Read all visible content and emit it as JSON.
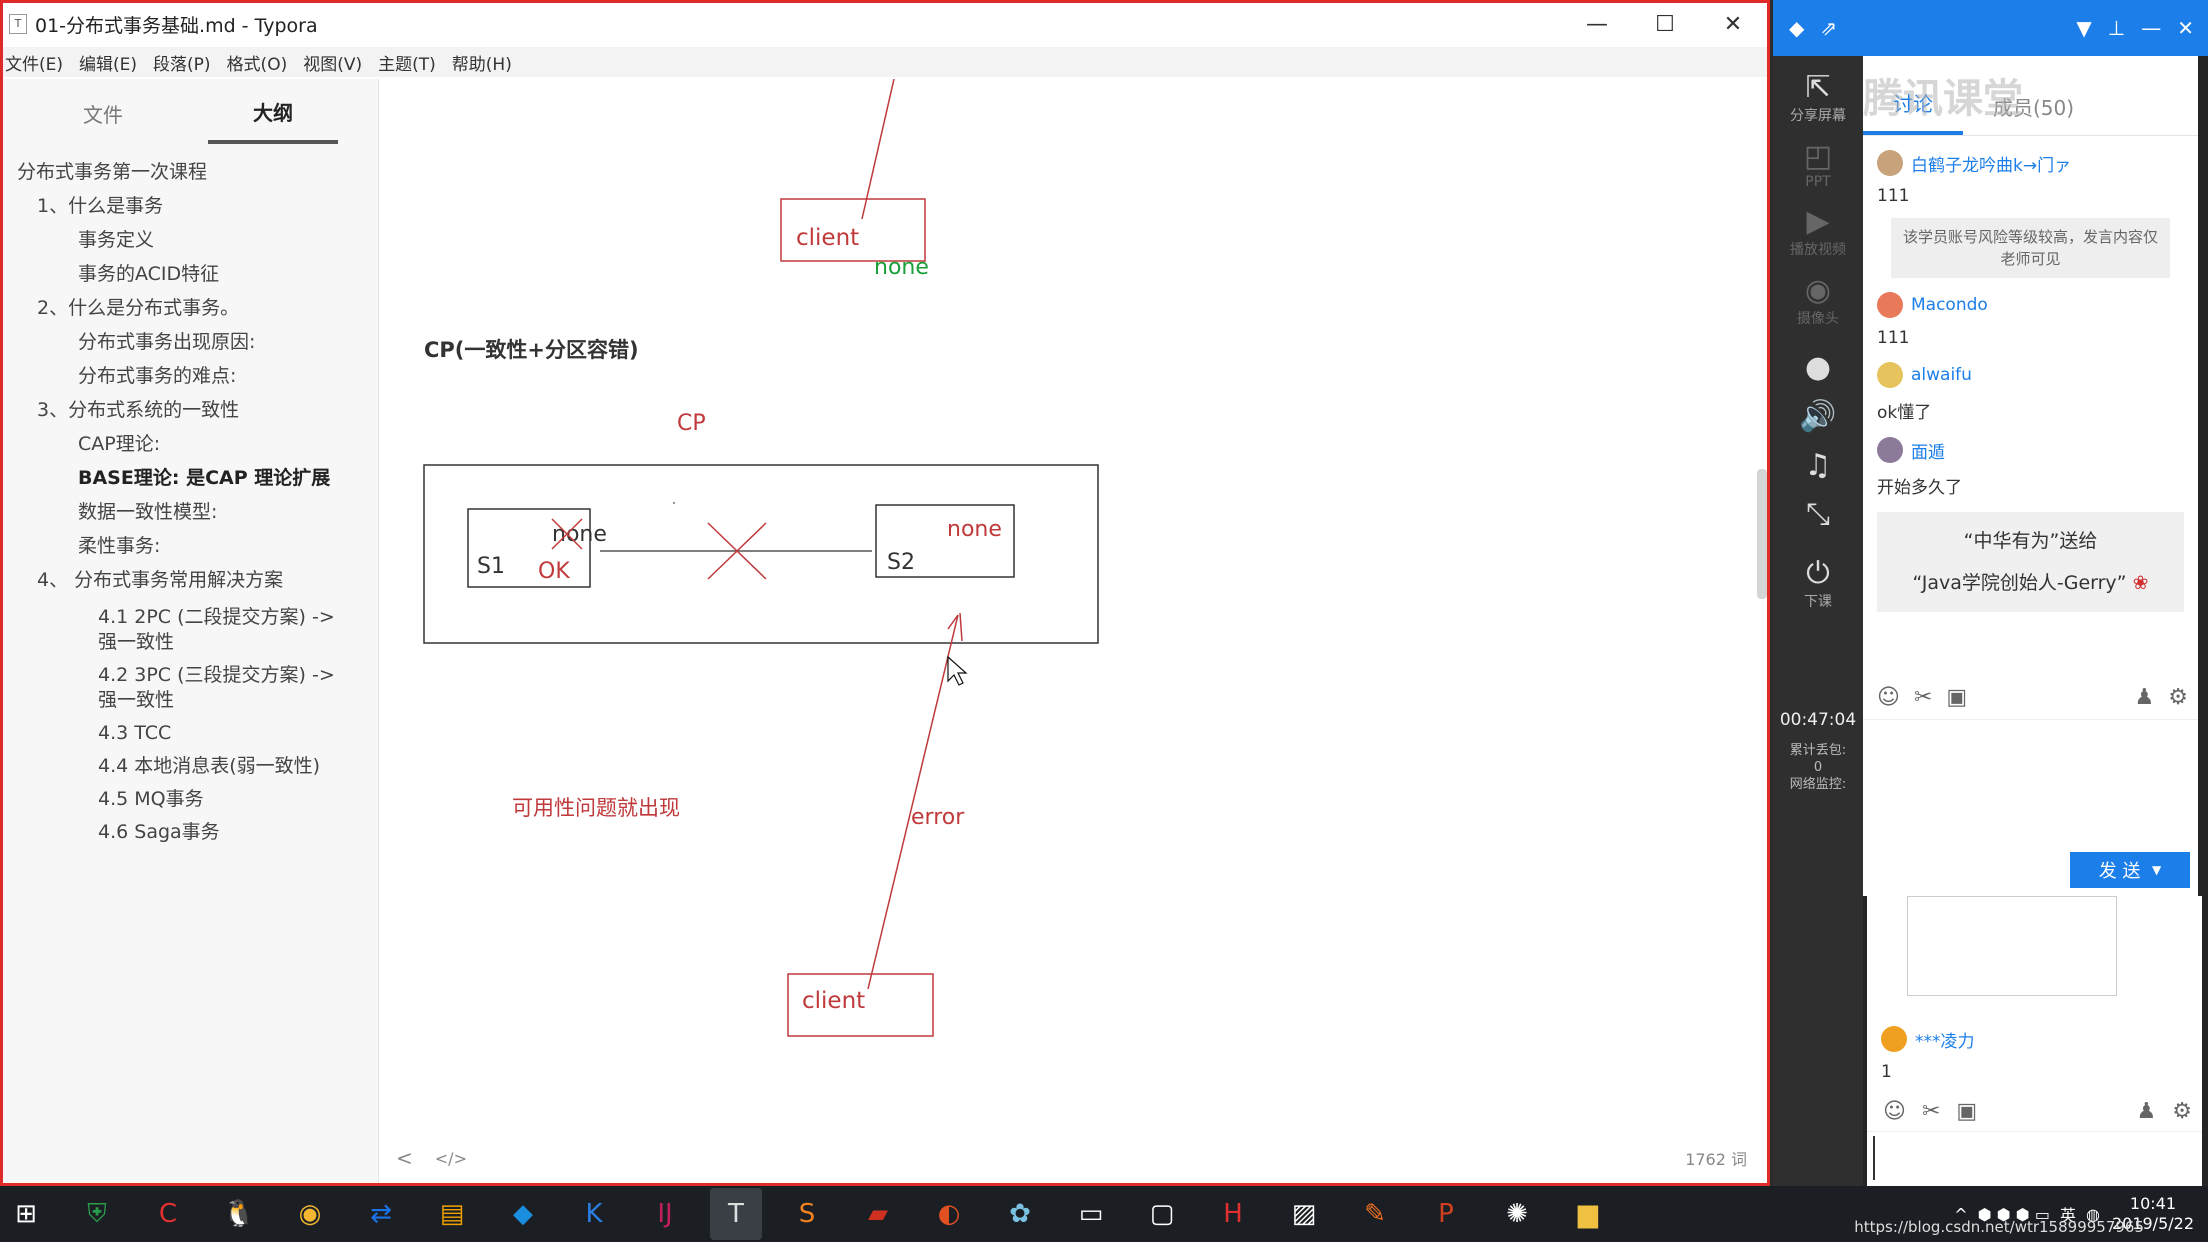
{
  "typora": {
    "title": "01-分布式事务基础.md - Typora",
    "app_icon": "T",
    "controls": {
      "minimize": "—",
      "maximize": "☐",
      "close": "✕"
    },
    "menu": [
      "文件(E)",
      "编辑(E)",
      "段落(P)",
      "格式(O)",
      "视图(V)",
      "主题(T)",
      "帮助(H)"
    ],
    "sidebar_tabs": [
      "文件",
      "大纲"
    ],
    "outline": [
      {
        "level": 1,
        "text": "分布式事务第一次课程"
      },
      {
        "level": 2,
        "text": "1、什么是事务"
      },
      {
        "level": 3,
        "text": "事务定义"
      },
      {
        "level": 3,
        "text": "事务的ACID特征"
      },
      {
        "level": 2,
        "text": "2、什么是分布式事务。"
      },
      {
        "level": 3,
        "text": "分布式事务出现原因:"
      },
      {
        "level": 3,
        "text": "分布式事务的难点:"
      },
      {
        "level": 2,
        "text": "3、分布式系统的一致性"
      },
      {
        "level": 3,
        "text": "CAP理论:"
      },
      {
        "level": 3,
        "text": "BASE理论: 是CAP 理论扩展",
        "bold": true
      },
      {
        "level": 3,
        "text": "数据一致性模型:"
      },
      {
        "level": 3,
        "text": "柔性事务:"
      },
      {
        "level": 2,
        "text": "4、 分布式事务常用解决方案"
      },
      {
        "level": 4,
        "text": "4.1 2PC (二段提交方案) -> 强一致性"
      },
      {
        "level": 4,
        "text": "4.2 3PC (三段提交方案) -> 强一致性"
      },
      {
        "level": 4,
        "text": "4.3 TCC"
      },
      {
        "level": 4,
        "text": "4.4 本地消息表(弱一致性)"
      },
      {
        "level": 4,
        "text": "4.5 MQ事务"
      },
      {
        "level": 4,
        "text": "4.6 Saga事务"
      }
    ],
    "footer": {
      "nav": "<",
      "code": "</>",
      "words": "1762 词"
    },
    "diagram": {
      "heading": "CP(一致性+分区容错)",
      "cp_label": "CP",
      "client_top": "client",
      "client_top_value": "none",
      "s1": "S1",
      "s1_old": "none",
      "s1_new": "OK",
      "s2": "S2",
      "s2_value": "none",
      "note": "可用性问题就出现",
      "error": "error",
      "client_bottom": "client"
    },
    "colors": {
      "accent_red": "#c0393b",
      "green": "#1a9f3a",
      "border_red": "#e02a2a"
    }
  },
  "tencent": {
    "watermark": "腾讯课堂",
    "tabs": [
      "讨论",
      "成员(50)"
    ],
    "tools": [
      {
        "icon": "share-screen-icon",
        "glyph": "⇱",
        "label": "分享屏幕"
      },
      {
        "icon": "ppt-icon",
        "glyph": "◰",
        "label": "PPT"
      },
      {
        "icon": "video-icon",
        "glyph": "▶",
        "label": "播放视频"
      },
      {
        "icon": "camera-icon",
        "glyph": "◉",
        "label": "摄像头"
      },
      {
        "icon": "mic-icon",
        "glyph": "●",
        "label": ""
      },
      {
        "icon": "speaker-icon",
        "glyph": "🔊",
        "label": ""
      },
      {
        "icon": "music-icon",
        "glyph": "♫",
        "label": ""
      },
      {
        "icon": "fullscreen-icon",
        "glyph": "⤡",
        "label": ""
      },
      {
        "icon": "end-class-icon",
        "glyph": "⏻",
        "label": "下课"
      }
    ],
    "timer": "00:47:04",
    "stats": [
      "累计丢包:",
      "0",
      "网络监控:"
    ],
    "messages": [
      {
        "user": "白鹤子龙吟曲k→门ァ",
        "text": "111",
        "avatar_color": "#c8a27a"
      },
      {
        "user": "Macondo",
        "text": "111",
        "avatar_color": "#e87a5a"
      },
      {
        "user": "alwaifu",
        "text": "ok懂了",
        "avatar_color": "#e6c35c"
      },
      {
        "user": "面遁",
        "text": "开始多久了",
        "avatar_color": "#8c7a9a"
      }
    ],
    "system_notice": "该学员账号风险等级较高，发言内容仅老师可见",
    "gift_line1": "“中华有为”送给",
    "gift_line2": "“Java学院创始人-Gerry”",
    "send_label": "发 送",
    "lower_message": {
      "user": "***凌力",
      "text": "1",
      "avatar_color": "#f0a020"
    }
  },
  "taskbar": {
    "icons": [
      "windows-start",
      "security",
      "browser-c",
      "qq",
      "chrome",
      "teamviewer",
      "notes",
      "vpn",
      "k-app",
      "intellij",
      "typora",
      "sublime",
      "redis",
      "netease",
      "xmind",
      "terminal",
      "window",
      "h-app",
      "screenshot",
      "pen",
      "powerpoint",
      "pinwheel",
      "folder"
    ],
    "ime": "英",
    "time": "10:41",
    "date": "2019/5/22",
    "url": "https://blog.csdn.net/wtr15899957965"
  }
}
